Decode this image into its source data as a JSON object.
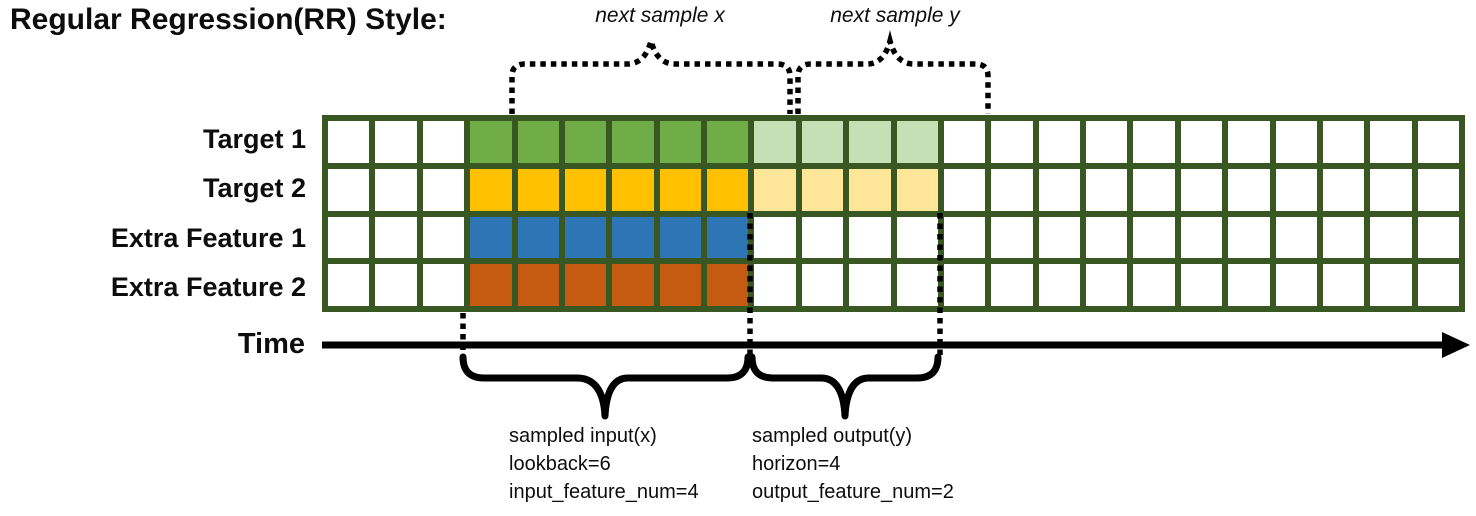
{
  "title": "Regular Regression(RR) Style:",
  "top_annotations": {
    "next_sample_x": "next sample x",
    "next_sample_y": "next sample y"
  },
  "grid": {
    "columns": 24,
    "input_start_col": 3,
    "lookback": 6,
    "horizon": 4,
    "border_color": "#385723",
    "empty_cell_color": "#ffffff",
    "rows": [
      {
        "label": "Target 1",
        "type": "target",
        "input_color": "#70AD47",
        "output_color": "#C5E0B4"
      },
      {
        "label": "Target 2",
        "type": "target",
        "input_color": "#FFC000",
        "output_color": "#FFE699"
      },
      {
        "label": "Extra Feature 1",
        "type": "extra_feature",
        "input_color": "#2E75B6",
        "output_color": null
      },
      {
        "label": "Extra Feature 2",
        "type": "extra_feature",
        "input_color": "#C55A11",
        "output_color": null
      }
    ]
  },
  "time_axis": {
    "label": "Time"
  },
  "bottom_annotations": {
    "input": {
      "lines": [
        "sampled input(x)",
        "lookback=6",
        "input_feature_num=4"
      ]
    },
    "output": {
      "lines": [
        "sampled output(y)",
        "horizon=4",
        "output_feature_num=2"
      ]
    }
  }
}
